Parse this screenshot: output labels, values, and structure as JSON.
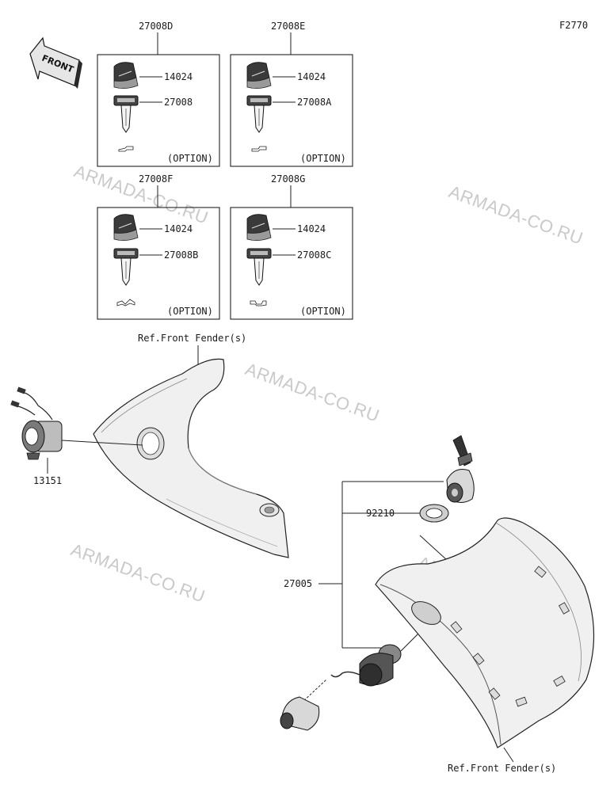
{
  "diagram": {
    "figure_code": "F2770",
    "front_label": "FRONT",
    "watermark": "ARMADA-CO.RU",
    "option_note": "(OPTION)",
    "key_sets": [
      {
        "set_no": "27008D",
        "knob_part": "14024",
        "key_part": "27008"
      },
      {
        "set_no": "27008E",
        "knob_part": "14024",
        "key_part": "27008A"
      },
      {
        "set_no": "27008F",
        "knob_part": "14024",
        "key_part": "27008B"
      },
      {
        "set_no": "27008G",
        "knob_part": "14024",
        "key_part": "27008C"
      }
    ],
    "ref_front_fender": "Ref.Front Fender(s)",
    "part_13151": "13151",
    "part_92210": "92210",
    "part_27005": "27005"
  }
}
